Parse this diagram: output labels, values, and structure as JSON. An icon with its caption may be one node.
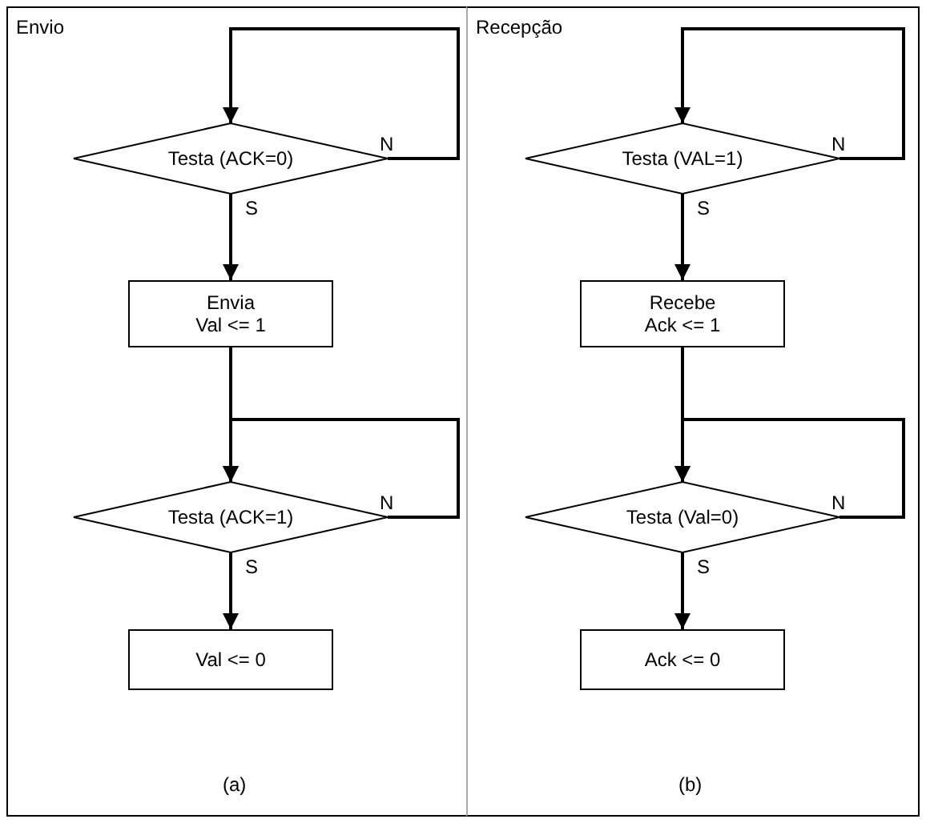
{
  "diagram": {
    "nodes": [
      {
        "text": [
          "Envio"
        ]
      },
      {
        "text": [
          "Testa (ACK=0)"
        ],
        "in": 0
      },
      {
        "text": [
          "Envia",
          "Val <= 1"
        ],
        "in": 0
      },
      {
        "text": [
          "Testa (ACK=1)"
        ],
        "in": 0
      },
      {
        "text": [
          "Val <= 0"
        ],
        "in": 0
      },
      {
        "text": [
          "Recepção"
        ]
      },
      {
        "text": [
          "Testa (VAL=1)"
        ],
        "in": 5
      },
      {
        "text": [
          "Recebe",
          "Ack <= 1"
        ],
        "in": 5
      },
      {
        "text": [
          "Testa (Val=0)"
        ],
        "in": 5
      },
      {
        "text": [
          "Ack <= 0"
        ],
        "in": 5
      }
    ],
    "edges": [
      {
        "from": 1,
        "to": 1,
        "arrow": "to",
        "label": "N"
      },
      {
        "from": 1,
        "to": 2,
        "arrow": "to",
        "label": "S"
      },
      {
        "from": 2,
        "to": 3,
        "arrow": "to"
      },
      {
        "from": 3,
        "to": 3,
        "arrow": "to",
        "label": "N"
      },
      {
        "from": 3,
        "to": 4,
        "arrow": "to",
        "label": "S"
      },
      {
        "from": 6,
        "to": 6,
        "arrow": "to",
        "label": "N"
      },
      {
        "from": 6,
        "to": 7,
        "arrow": "to",
        "label": "S"
      },
      {
        "from": 7,
        "to": 8,
        "arrow": "to"
      },
      {
        "from": 8,
        "to": 8,
        "arrow": "to",
        "label": "N"
      },
      {
        "from": 8,
        "to": 9,
        "arrow": "to",
        "label": "S"
      }
    ],
    "labels": [
      "(a)",
      "(b)"
    ]
  }
}
